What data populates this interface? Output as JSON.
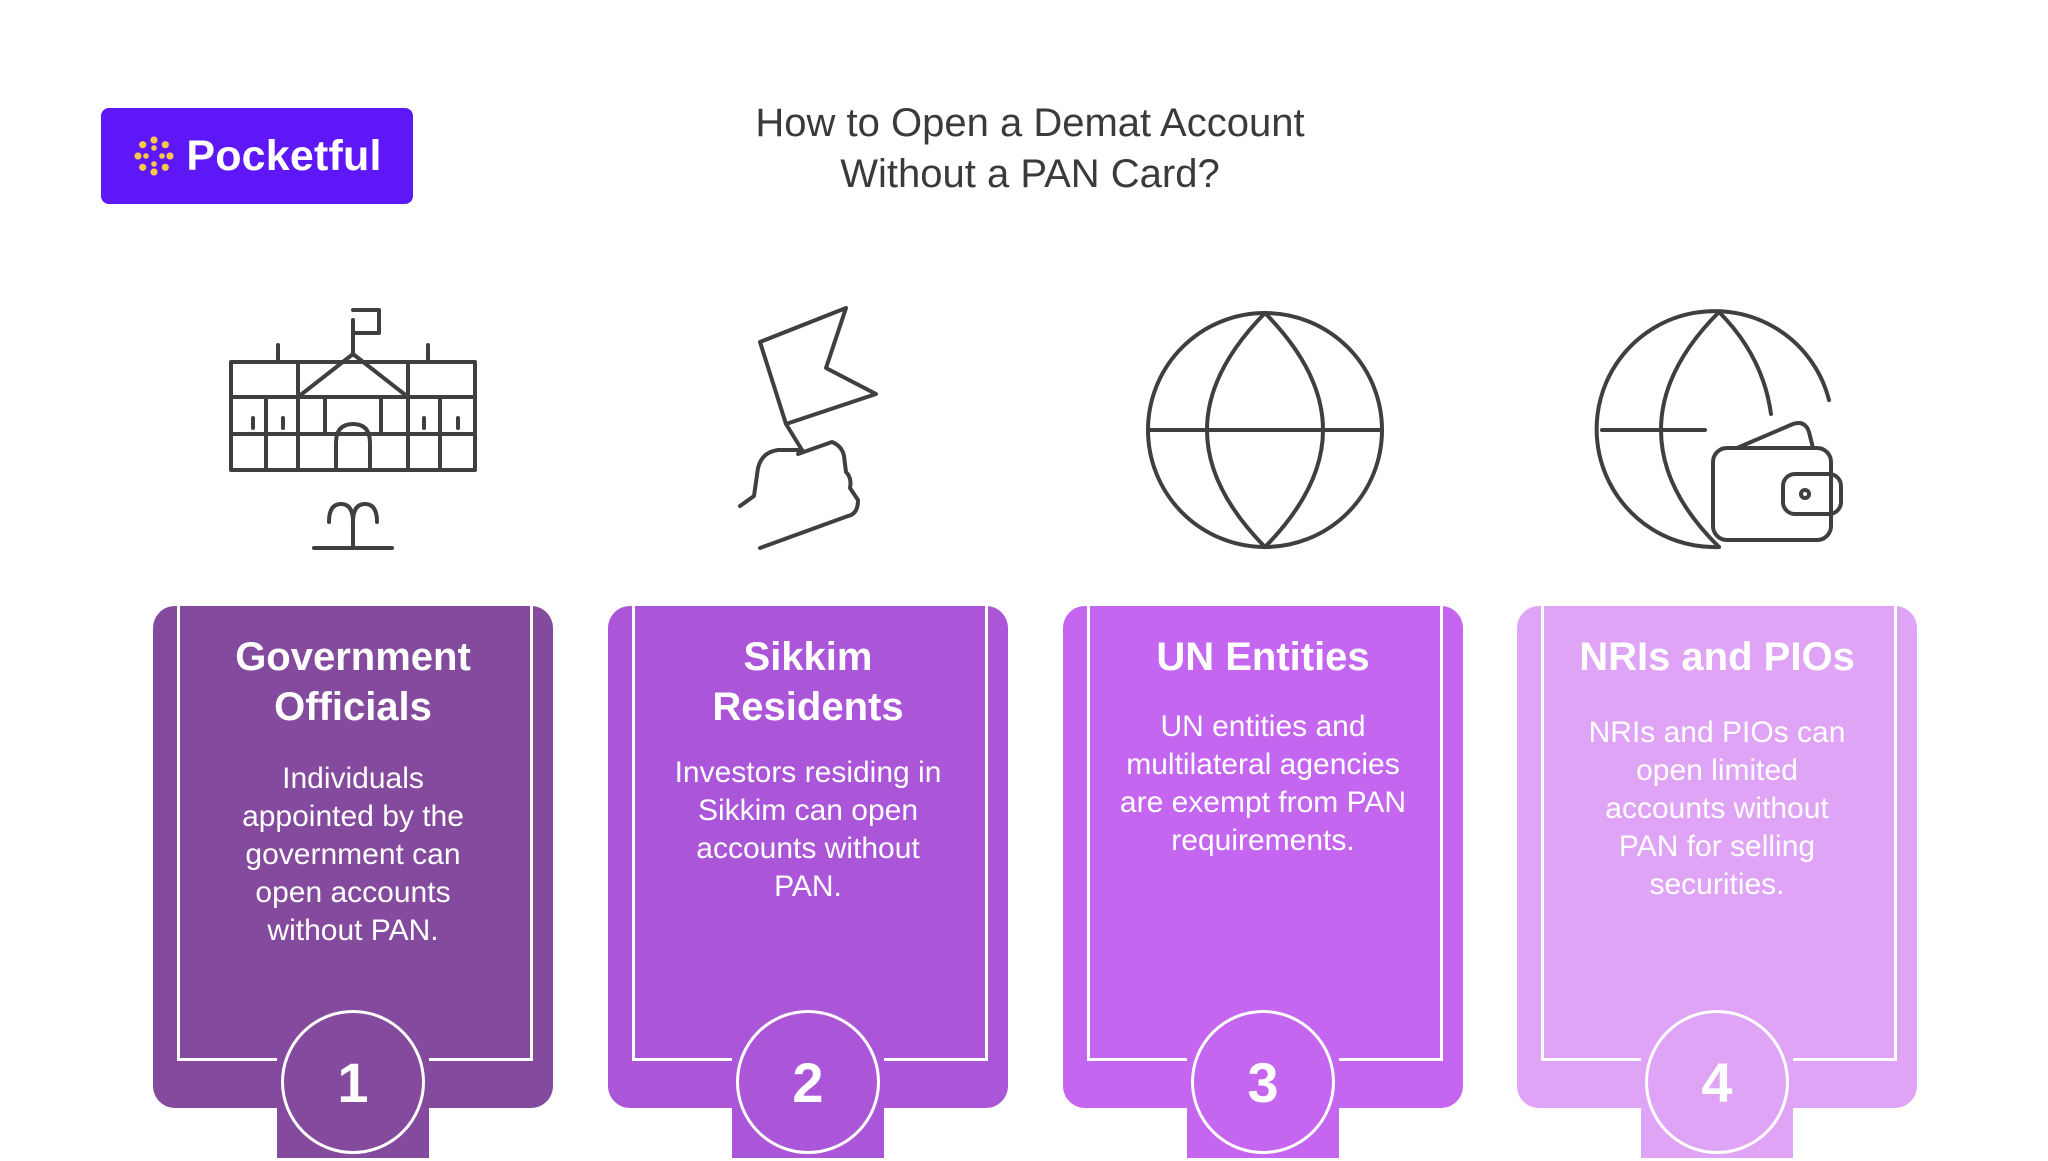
{
  "brand": {
    "name": "Pocketful",
    "color": "#5e17f6",
    "mark_color": "#f7c948"
  },
  "title_lines": [
    "How to Open a Demat Account",
    "Without a PAN Card?"
  ],
  "cards": [
    {
      "number": "1",
      "icon": "government-building-icon",
      "title_lines": [
        "Government",
        "Officials"
      ],
      "desc_lines": [
        "Individuals",
        "appointed by the",
        "government can",
        "open accounts",
        "without PAN."
      ],
      "color": "#844a9d"
    },
    {
      "number": "2",
      "icon": "flag-in-hand-icon",
      "title_lines": [
        "Sikkim",
        "Residents"
      ],
      "desc_lines": [
        "Investors residing in",
        "Sikkim can open",
        "accounts without",
        "PAN."
      ],
      "color": "#ab56d9"
    },
    {
      "number": "3",
      "icon": "globe-icon",
      "title_lines": [
        "UN Entities"
      ],
      "desc_lines": [
        "UN entities and",
        "multilateral agencies",
        "are exempt from PAN",
        "requirements."
      ],
      "color": "#c466f0"
    },
    {
      "number": "4",
      "icon": "globe-wallet-icon",
      "title_lines": [
        "NRIs and PIOs"
      ],
      "desc_lines": [
        "NRIs and PIOs can",
        "open limited",
        "accounts without",
        "PAN for selling",
        "securities."
      ],
      "color": "#e0a4f6"
    }
  ]
}
